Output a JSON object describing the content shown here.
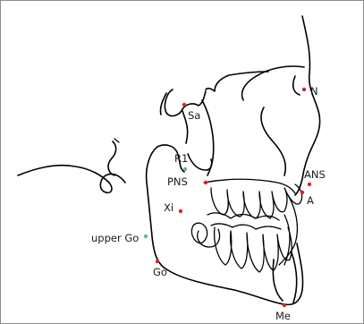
{
  "diagram": {
    "landmark_colors": {
      "red": "#e0202a",
      "teal": "#5fb7a8"
    },
    "landmarks": [
      {
        "id": "N",
        "label": "N",
        "color": "red"
      },
      {
        "id": "Sa",
        "label": "Sa",
        "color": "red"
      },
      {
        "id": "R1",
        "label": "R1",
        "color": "teal"
      },
      {
        "id": "ANS",
        "label": "ANS",
        "color": "red"
      },
      {
        "id": "PNS",
        "label": "PNS",
        "color": "red"
      },
      {
        "id": "A",
        "label": "A",
        "color": "red"
      },
      {
        "id": "Xi",
        "label": "Xi",
        "color": "red"
      },
      {
        "id": "upper_Go",
        "label": "upper Go",
        "color": "teal"
      },
      {
        "id": "Go",
        "label": "Go",
        "color": "red"
      },
      {
        "id": "Me",
        "label": "Me",
        "color": "red"
      }
    ]
  }
}
